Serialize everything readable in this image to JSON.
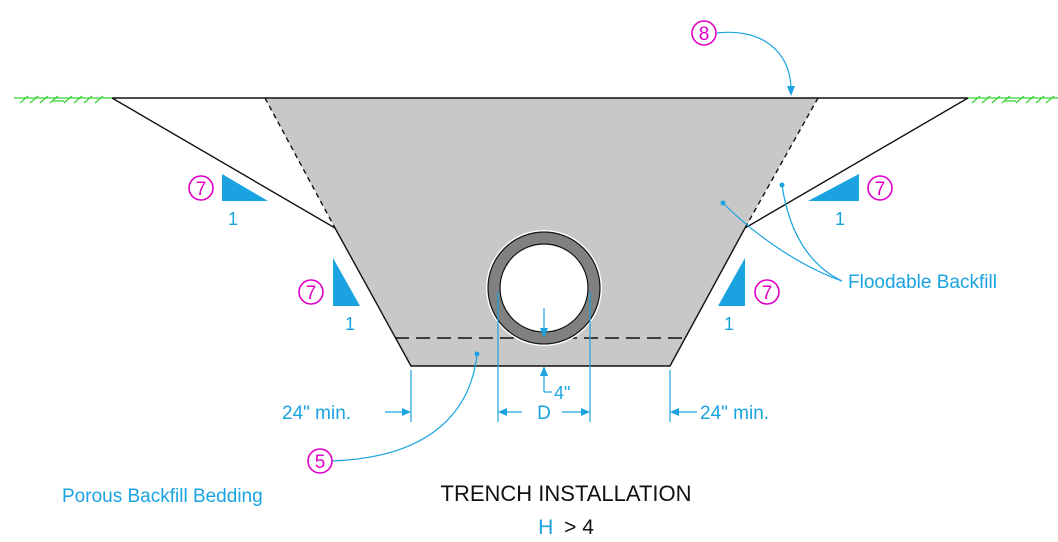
{
  "title": "TRENCH INSTALLATION",
  "subtitle": {
    "variable": "H",
    "condition": "> 4"
  },
  "labels": {
    "floodable_backfill": "Floodable Backfill",
    "porous_backfill_bedding": "Porous Backfill Bedding",
    "min_left": "24\" min.",
    "min_right": "24\" min.",
    "pipe_diameter": "D",
    "bedding_depth": "4\""
  },
  "callouts": {
    "surface": "8",
    "slope_upper_left": "7",
    "slope_upper_right": "7",
    "slope_lower_left": "7",
    "slope_lower_right": "7",
    "bedding": "5"
  },
  "slope_ratio_text": "1",
  "colors": {
    "backfill_fill": "#c8c8c8",
    "annotation_blue": "#1aa3e0",
    "callout_magenta": "#e000c8",
    "ground_green": "#3cd23c",
    "pipe_wall": "#808080"
  },
  "icons": {
    "ground_symbol": "grass-hatch-icon",
    "slope_indicator": "slope-triangle-icon",
    "pipe": "pipe-cross-section-icon"
  }
}
